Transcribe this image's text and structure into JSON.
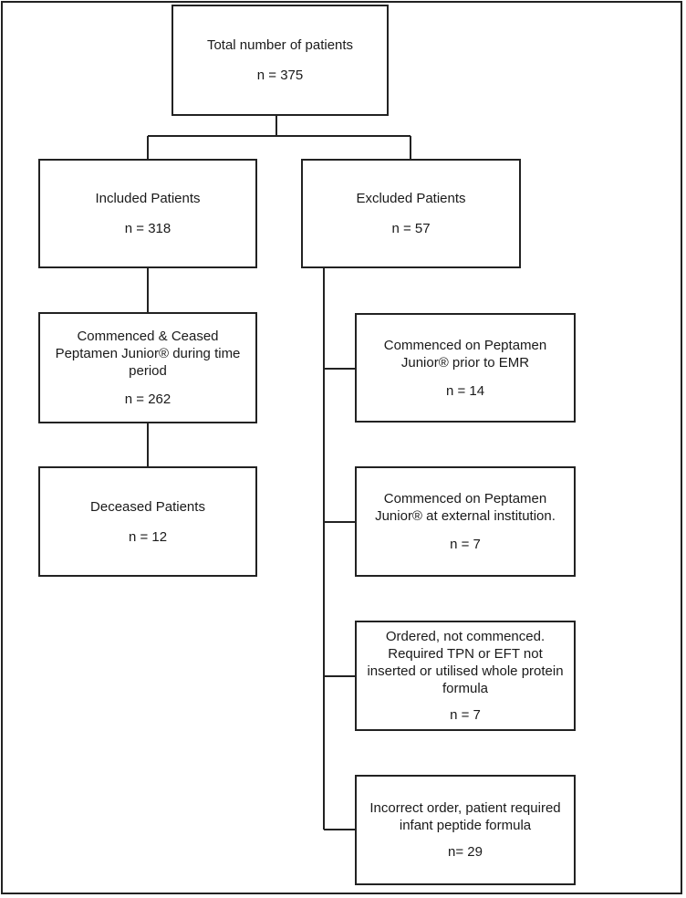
{
  "flowchart": {
    "total": {
      "label": "Total number of patients",
      "value": "n = 375"
    },
    "included": {
      "label": "Included Patients",
      "value": "n = 318"
    },
    "excluded": {
      "label": "Excluded Patients",
      "value": "n = 57"
    },
    "commenced_ceased": {
      "label": "Commenced & Ceased Peptamen Junior® during time period",
      "value": "n = 262"
    },
    "deceased": {
      "label": "Deceased Patients",
      "value": "n = 12"
    },
    "prior_emr": {
      "label": "Commenced on Peptamen Junior® prior to  EMR",
      "value": "n = 14"
    },
    "external": {
      "label": "Commenced on Peptamen Junior® at external institution.",
      "value": "n = 7"
    },
    "not_commenced": {
      "label": "Ordered, not commenced. Required TPN  or EFT not inserted or utilised whole protein formula",
      "value": "n = 7"
    },
    "incorrect_order": {
      "label": "Incorrect order, patient required infant peptide formula",
      "value": "n= 29"
    }
  }
}
